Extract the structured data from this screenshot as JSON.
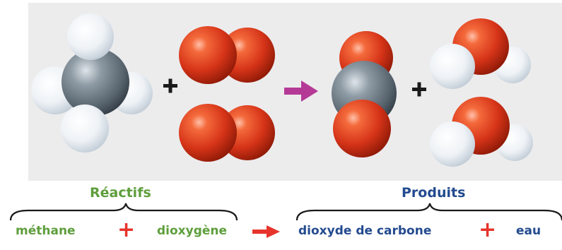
{
  "reaction": {
    "reactants_label": "Réactifs",
    "products_label": "Produits",
    "reactants": {
      "methane": "méthane",
      "dioxygen": "dioxygène",
      "plus": "+"
    },
    "products": {
      "carbon_dioxide": "dioxyde de carbone",
      "water": "eau",
      "plus": "+"
    },
    "molecule_plus": "+"
  },
  "colors": {
    "panel_bg": "#ececed",
    "reactant_text": "#5e9e3c",
    "product_text": "#234b8f",
    "operator_red": "#e6342c",
    "reaction_arrow_top": "#b43a96",
    "brace": "#1a1a1a",
    "carbon_atom": "#6a7680",
    "oxygen_atom": "#d83a1c",
    "hydrogen_atom": "#e6ecf2"
  },
  "icons": {
    "reaction_arrow_top": "magenta-arrow-icon",
    "reaction_arrow_bottom": "red-arrow-icon"
  }
}
